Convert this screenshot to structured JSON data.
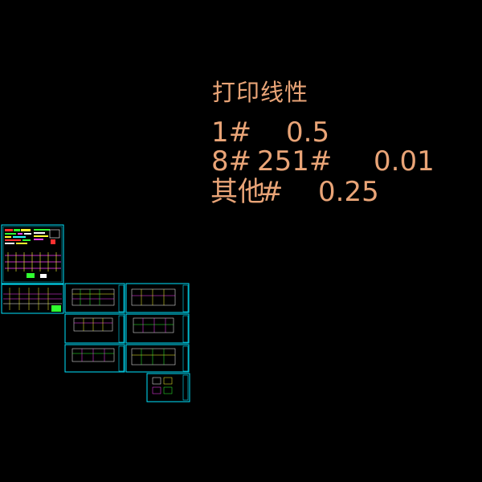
{
  "colors": {
    "background": "#000000",
    "note_text": "#e9a477",
    "sheet_border": "#00e5ff",
    "title_block": "#00e5ff"
  },
  "notes": {
    "title": "打印线性",
    "line_1": {
      "col_a": "1#",
      "col_b": "0.5"
    },
    "line_2": {
      "col_a": "8#",
      "col_b": "251#",
      "col_c": "0.01"
    },
    "line_3": {
      "col_a": "其他",
      "col_b": "#",
      "col_c": "0.25"
    }
  },
  "drawing_sheets": {
    "count": 9,
    "items": [
      {
        "name": "sheet-1-design-notes"
      },
      {
        "name": "sheet-2-elevation-table"
      },
      {
        "name": "sheet-3-plan-a"
      },
      {
        "name": "sheet-4-plan-b"
      },
      {
        "name": "sheet-5-plan-c"
      },
      {
        "name": "sheet-6-plan-d"
      },
      {
        "name": "sheet-7-plan-e"
      },
      {
        "name": "sheet-8-plan-f"
      },
      {
        "name": "sheet-9-details"
      }
    ]
  }
}
